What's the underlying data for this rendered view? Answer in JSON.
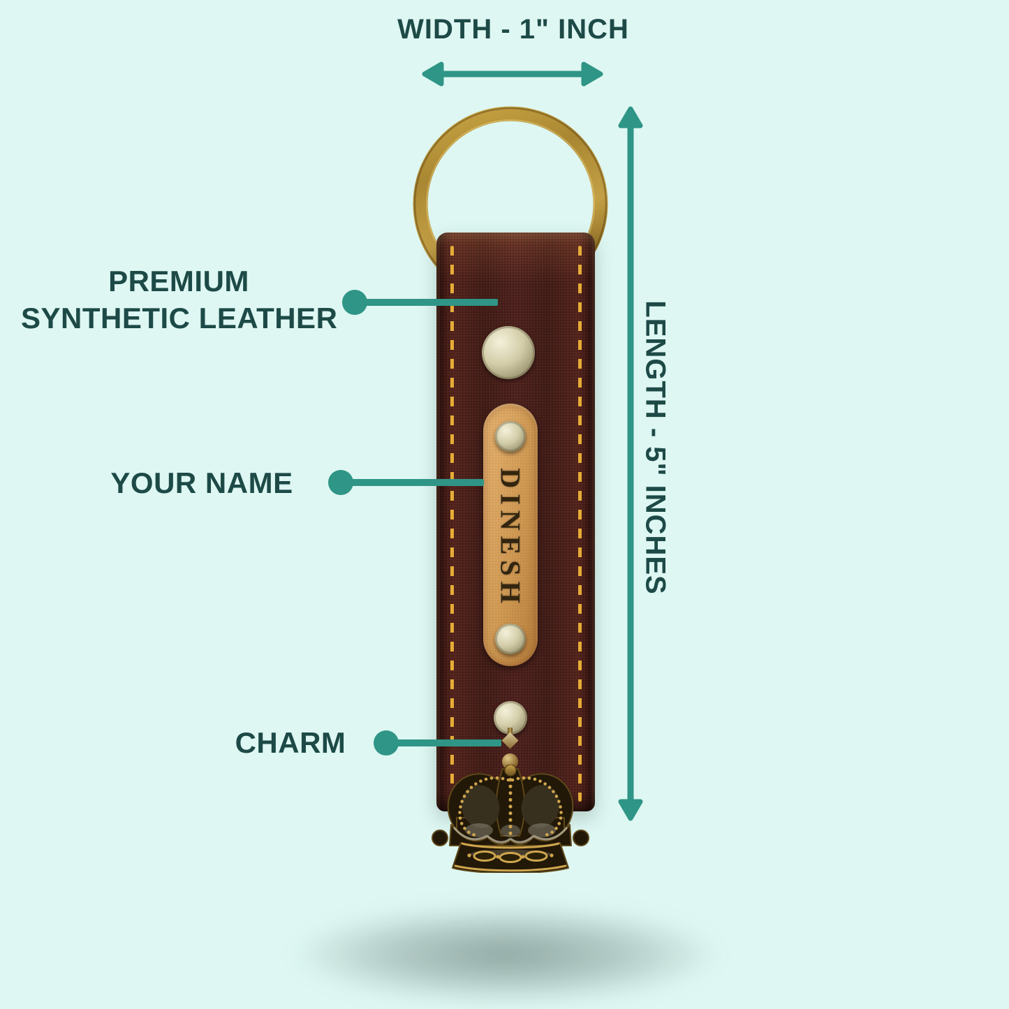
{
  "colors": {
    "background": "#def7f2",
    "accent_teal": "#2f9586",
    "heading_text": "#1d4a47",
    "leather": "#4a211c",
    "stitching": "#eeb338",
    "ring_gold": "#b08c36",
    "plate_tan": "#d09a54",
    "engraving": "#33250e"
  },
  "annotations": {
    "width_label": "WIDTH - 1\" INCH",
    "length_label": "LENGTH - 5\" INCHES",
    "material_label_line1": "PREMIUM",
    "material_label_line2": "SYNTHETIC LEATHER",
    "name_label": "YOUR NAME",
    "charm_label": "CHARM"
  },
  "keychain": {
    "engraved_name": "DINESH",
    "charm": "crown"
  }
}
